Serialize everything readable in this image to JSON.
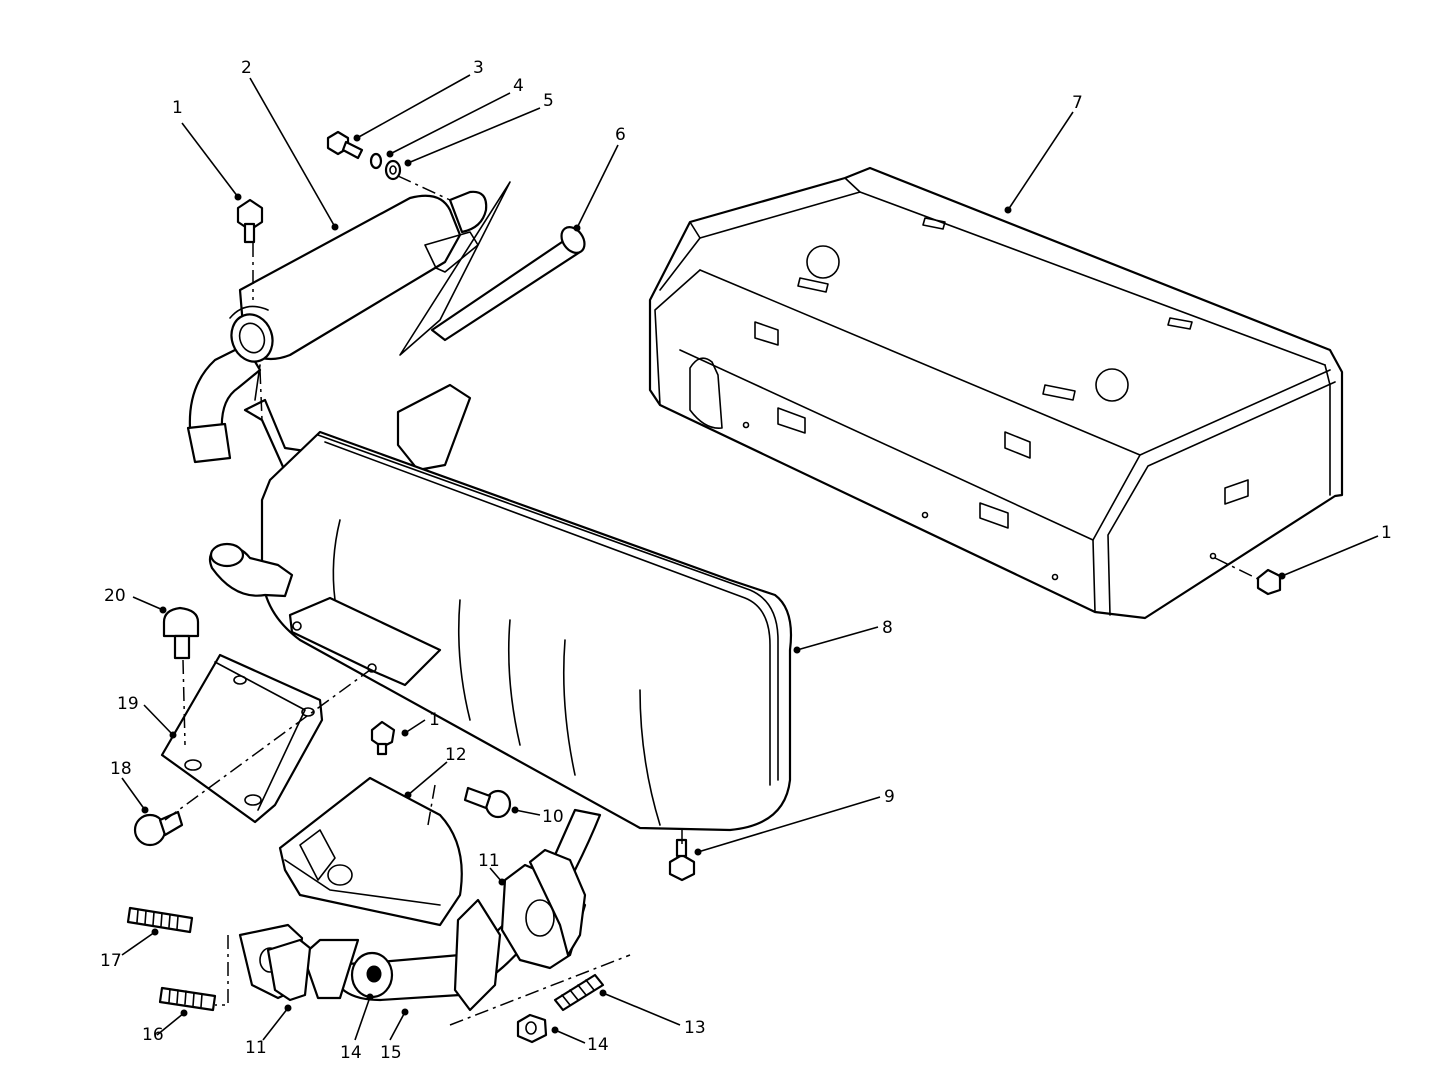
{
  "callouts": [
    {
      "id": "c1a",
      "text": "1"
    },
    {
      "id": "c2",
      "text": "2"
    },
    {
      "id": "c3",
      "text": "3"
    },
    {
      "id": "c4",
      "text": "4"
    },
    {
      "id": "c5",
      "text": "5"
    },
    {
      "id": "c6",
      "text": "6"
    },
    {
      "id": "c7",
      "text": "7"
    },
    {
      "id": "c1b",
      "text": "1"
    },
    {
      "id": "c8",
      "text": "8"
    },
    {
      "id": "c20",
      "text": "20"
    },
    {
      "id": "c19",
      "text": "19"
    },
    {
      "id": "c1c",
      "text": "1"
    },
    {
      "id": "c18",
      "text": "18"
    },
    {
      "id": "c12",
      "text": "12"
    },
    {
      "id": "c10",
      "text": "10"
    },
    {
      "id": "c9",
      "text": "9"
    },
    {
      "id": "c11a",
      "text": "11"
    },
    {
      "id": "c17",
      "text": "17"
    },
    {
      "id": "c16",
      "text": "16"
    },
    {
      "id": "c11b",
      "text": "11"
    },
    {
      "id": "c14a",
      "text": "14"
    },
    {
      "id": "c15",
      "text": "15"
    },
    {
      "id": "c13",
      "text": "13"
    },
    {
      "id": "c14b",
      "text": "14"
    }
  ],
  "colors": {
    "ink": "#000000",
    "paper": "#ffffff"
  }
}
